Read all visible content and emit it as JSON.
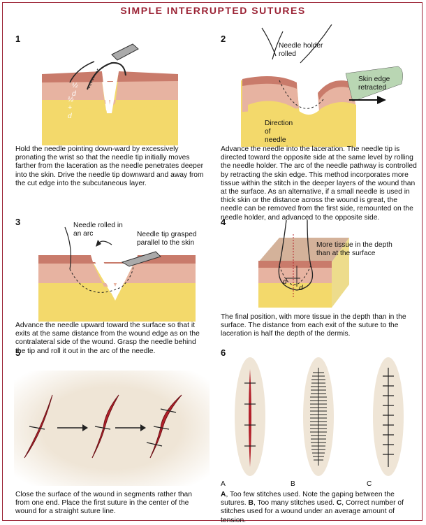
{
  "title": "SIMPLE INTERRUPTED SUTURES",
  "panels": [
    {
      "number": "1",
      "labels": [
        "½ d",
        "½ + d"
      ],
      "caption": "Hold the needle pointing down-ward by excessively pronating the wrist so that the needle tip initially moves farther from the laceration as the needle penetrates deeper into the skin. Drive the needle tip downward and away from the cut edge into the subcutaneous layer."
    },
    {
      "number": "2",
      "labels": [
        "Needle holder rolled",
        "Skin edge retracted",
        "Direction of needle"
      ],
      "caption": "Advance the needle into the laceration. The needle tip is directed toward the opposite side at the same level by rolling the needle holder. The arc of the needle pathway is controlled by retracting the skin edge. This method incorporates more tissue within the stitch in the deeper layers of the wound than at the surface. As an alternative, if a small needle is used in thick skin or the distance across the wound is great, the needle can be removed from the first side, remounted on the needle holder, and advanced to the opposite side."
    },
    {
      "number": "3",
      "labels": [
        "Needle rolled in an arc",
        "Needle tip grasped parallel to the skin"
      ],
      "caption": "Advance the needle upward toward the surface so that it exits at the same distance from the wound edge as on the contralateral side of the wound. Grasp the needle behind the tip and roll it out in the arc of the needle."
    },
    {
      "number": "4",
      "labels": [
        "More tissue in the depth than at the surface",
        "d",
        "d"
      ],
      "caption": "The final position, with more tissue in the depth than in the surface. The distance from each exit of the suture to the laceration is half the depth of the dermis."
    },
    {
      "number": "5",
      "labels": [],
      "caption": "Close the surface of the wound in segments rather than from one end. Place the first suture in the center of the wound for a straight suture line."
    },
    {
      "number": "6",
      "labels": [
        "A",
        "B",
        "C"
      ],
      "caption_parts": [
        {
          "bold": "A",
          "text": ", Too few stitches used. Note the gaping between the sutures."
        },
        {
          "bold": "B",
          "text": ", Too many stitches used. "
        },
        {
          "bold": "C",
          "text": ", Correct number of stitches used for a wound under an average amount of tension."
        }
      ]
    }
  ],
  "colors": {
    "title": "#9b2335",
    "epidermis": "#c97b6b",
    "dermis": "#e7b3a1",
    "fat": "#f3d96b",
    "wound": "#b3202a",
    "skin_pad": "#efe5d6",
    "retractor": "#b9d6b3"
  }
}
